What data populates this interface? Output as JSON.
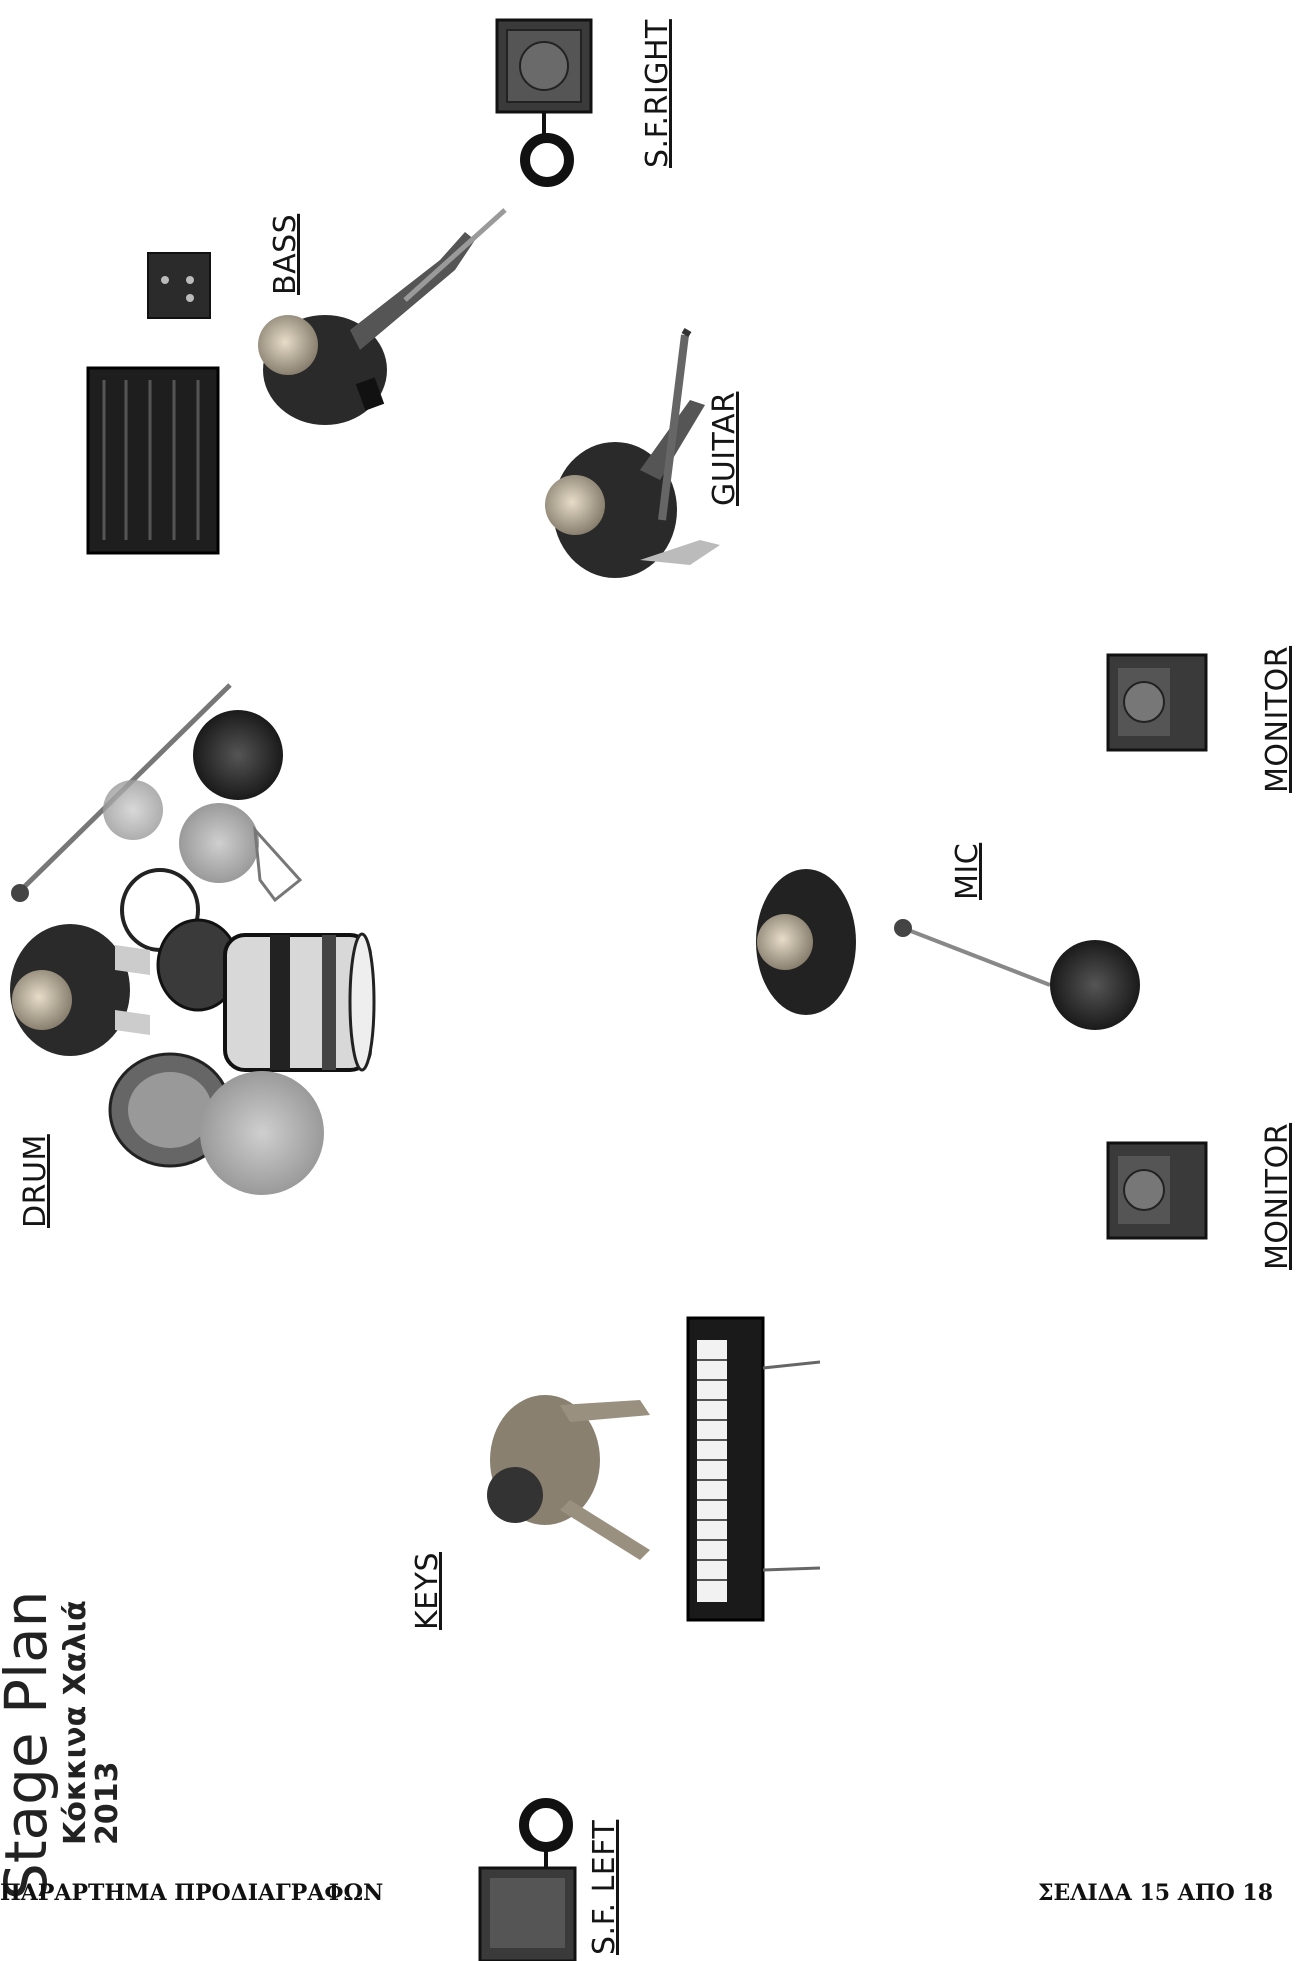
{
  "labels": {
    "s_f_right": "S.F.RIGHT",
    "bass": "BASS",
    "guitar": "GUITAR",
    "drum": "DRUM",
    "monitor_right": "MONITOR",
    "mic": "MIC",
    "monitor_left": "MONITOR",
    "keys": "KEYS",
    "s_f_left": "S.F. LEFT"
  },
  "title": {
    "main": "Stage Plan",
    "band": "Κόκκινα Χαλιά",
    "year": "2013"
  },
  "footer": {
    "left": "ΠΑΡΑΡΤΗΜΑ ΠΡΟΔΙΑΓΡΑΦΩΝ",
    "right": "ΣΕΛΙΔΑ 15 ΑΠΟ 18"
  }
}
